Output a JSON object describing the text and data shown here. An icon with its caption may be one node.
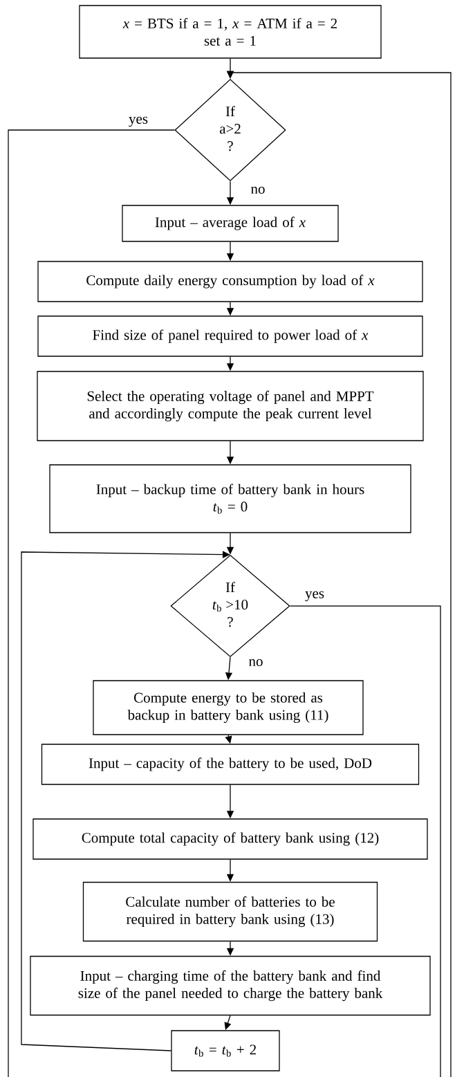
{
  "diagram": {
    "nodes": [
      {
        "text": [
          "*x* = BTS if a = 1, *x* = ATM if a = 2",
          "set a = 1"
        ]
      },
      {
        "text": [
          "If",
          "a>2",
          "?"
        ]
      },
      {
        "text": [
          "Input – average load of *x*"
        ]
      },
      {
        "text": [
          "Compute daily energy consumption by load of *x*"
        ]
      },
      {
        "text": [
          "Find size of panel required to power load of *x*"
        ]
      },
      {
        "text": [
          "Select the operating voltage of panel and MPPT and accordingly compute the peak current level"
        ]
      },
      {
        "text": [
          "Input – backup time of battery bank in hours",
          "*t*$_{b}$ = 0"
        ]
      },
      {
        "text": [
          "If",
          "*t*$_{b}$ >10",
          "?"
        ]
      },
      {
        "text": [
          "Compute energy to be stored as backup in battery bank using (11)"
        ]
      },
      {
        "text": [
          "Input – capacity of the battery to be used, DoD"
        ]
      },
      {
        "text": [
          "Compute total capacity of battery bank using (12)"
        ]
      },
      {
        "text": [
          "Calculate number of batteries to be required in battery bank using (13)"
        ]
      },
      {
        "text": [
          "Input – charging time of the battery bank and find size of the panel needed to charge the battery bank"
        ]
      },
      {
        "text": [
          "*t*$_{b}$ = *t*$_{b}$ + 2"
        ]
      }
    ],
    "edges": [
      {
        "from": 0,
        "to": 1,
        "arrow": "to"
      },
      {
        "from": null,
        "to": 1,
        "arrow": "to"
      },
      {
        "from": 1,
        "to": null,
        "arrow": "none",
        "label": "yes"
      },
      {
        "from": 1,
        "to": 2,
        "arrow": "to",
        "label": "no"
      },
      {
        "from": 2,
        "to": 3,
        "arrow": "to"
      },
      {
        "from": 3,
        "to": 4,
        "arrow": "to"
      },
      {
        "from": 4,
        "to": 5,
        "arrow": "to"
      },
      {
        "from": 5,
        "to": 6,
        "arrow": "to"
      },
      {
        "from": 6,
        "to": 7,
        "arrow": "to"
      },
      {
        "from": 13,
        "to": 7,
        "arrow": "to"
      },
      {
        "from": 7,
        "to": null,
        "arrow": "none",
        "label": "yes"
      },
      {
        "from": 7,
        "to": 8,
        "arrow": "to",
        "label": "no"
      },
      {
        "from": 8,
        "to": 9,
        "arrow": "to"
      },
      {
        "from": 9,
        "to": 10,
        "arrow": "to"
      },
      {
        "from": 10,
        "to": 11,
        "arrow": "to"
      },
      {
        "from": 11,
        "to": 12,
        "arrow": "to"
      },
      {
        "from": 12,
        "to": 13,
        "arrow": "to"
      }
    ]
  }
}
